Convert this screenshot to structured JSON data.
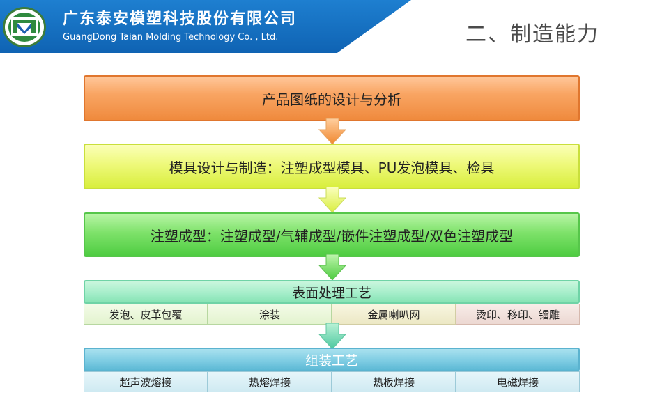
{
  "header": {
    "company_cn": "广东泰安模塑科技股份有限公司",
    "company_en": "GuangDong Taian Molding Technology Co. , Ltd.",
    "section_title": "二、制造能力"
  },
  "steps": [
    {
      "label": "产品图纸的设计与分析"
    },
    {
      "label": "模具设计与制造：注塑成型模具、PU发泡模具、检具"
    },
    {
      "label": "注塑成型：注塑成型/气辅成型/嵌件注塑成型/双色注塑成型"
    },
    {
      "label": "表面处理工艺",
      "items": [
        "发泡、皮革包覆",
        "涂装",
        "金属喇叭网",
        "烫印、移印、镭雕"
      ]
    },
    {
      "label": "组装工艺",
      "items": [
        "超声波熔接",
        "热熔焊接",
        "热板焊接",
        "电磁焊接"
      ]
    }
  ],
  "colors": {
    "banner": "#0f63b3",
    "step1": "#ef8a3d",
    "step2": "#d8ee3c",
    "step3": "#4fcc42",
    "step4": "#86e3b4",
    "step5": "#5db9d5"
  },
  "icons": {
    "logo": "company-logo",
    "arrow": "down-arrow-icon"
  }
}
